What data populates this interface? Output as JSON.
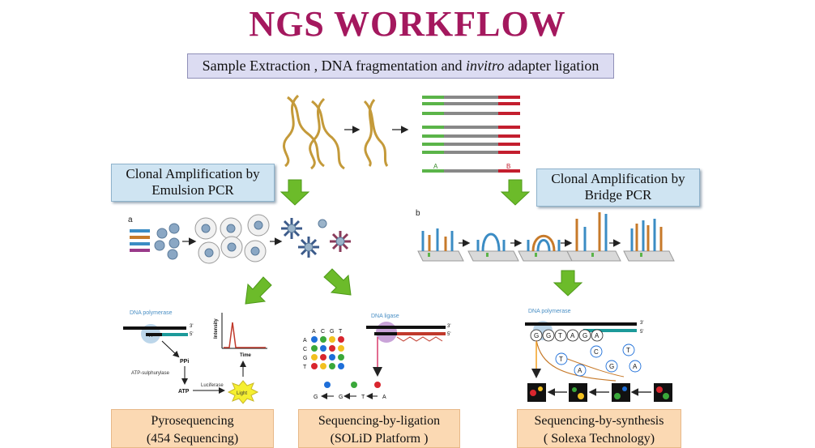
{
  "title": "NGS WORKFLOW",
  "banner": {
    "text": "Sample Extraction , DNA fragmentation and ",
    "italic": "invitro",
    "tail": " adapter ligation"
  },
  "fragment_labels": {
    "a": "A",
    "b": "B"
  },
  "emulsion_box": {
    "line1": "Clonal  Amplification by",
    "line2": "Emulsion PCR"
  },
  "bridge_box": {
    "line1": "Clonal  Amplification by",
    "line2": "Bridge PCR"
  },
  "panel_letters": {
    "a": "a",
    "b": "b"
  },
  "pyro": {
    "polymerase": "DNA polymerase",
    "a_label": "A",
    "prime3": "3'",
    "prime5": "5'",
    "ppi": "PPi",
    "enzyme": "ATP-sulphurylase",
    "atp": "ATP",
    "luciferase": "Luciferase",
    "light": "Light",
    "y_axis": "Intensity",
    "x_axis": "Time",
    "box_line1": "Pyrosequencing",
    "box_line2": "(454 Sequencing)"
  },
  "ligation": {
    "ligase": "DNA ligase",
    "cols": [
      "A",
      "C",
      "G",
      "T"
    ],
    "rows": [
      "A",
      "C",
      "G",
      "T"
    ],
    "prime3": "3'",
    "prime5": "5'",
    "decode": [
      "G",
      "G",
      "T",
      "A"
    ],
    "box_line1": "Sequencing-by-ligation",
    "box_line2": "(SOLiD Platform  )"
  },
  "synthesis": {
    "polymerase": "DNA polymerase",
    "prime3": "3'",
    "prime5": "5'",
    "bases": [
      "G",
      "G",
      "T",
      "A",
      "G",
      "A"
    ],
    "free": [
      "T",
      "C",
      "T",
      "A",
      "G",
      "A"
    ],
    "box_line1": "Sequencing-by-synthesis",
    "box_line2": "( Solexa Technology)"
  },
  "colors": {
    "title": "#a4185e",
    "arrow": "#6cbb2a",
    "peach": "#fbd9b3",
    "blue_box": "#cfe4f2"
  }
}
